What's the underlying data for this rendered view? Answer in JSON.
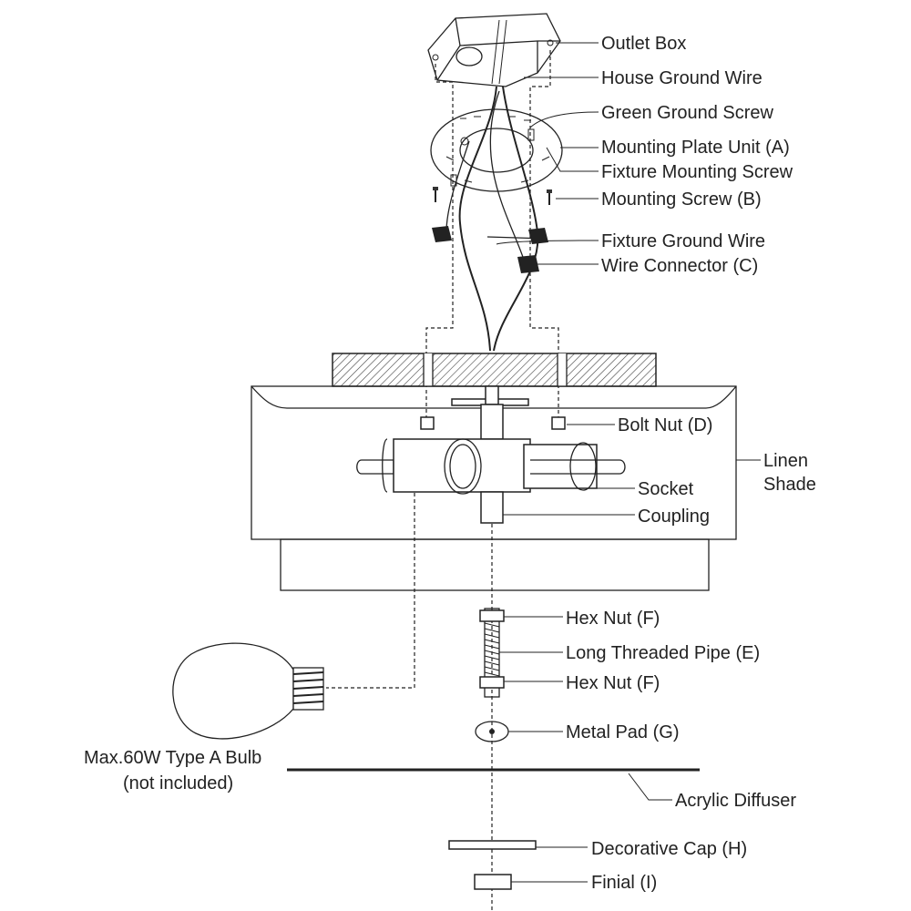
{
  "diagram": {
    "labels": {
      "outlet_box": "Outlet Box",
      "house_ground_wire": "House Ground Wire",
      "green_ground_screw": "Green Ground Screw",
      "mounting_plate_unit": "Mounting Plate Unit (A)",
      "fixture_mounting_screw": "Fixture Mounting Screw",
      "mounting_screw": "Mounting Screw (B)",
      "fixture_ground_wire": "Fixture Ground Wire",
      "wire_connector": "Wire Connector (C)",
      "bolt_nut": "Bolt Nut (D)",
      "linen_shade_line1": "Linen",
      "linen_shade_line2": "Shade",
      "socket": "Socket",
      "coupling": "Coupling",
      "hex_nut_top": "Hex Nut (F)",
      "long_threaded_pipe": "Long Threaded Pipe (E)",
      "hex_nut_bottom": "Hex Nut (F)",
      "metal_pad": "Metal Pad (G)",
      "bulb_line1": "Max.60W Type A Bulb",
      "bulb_line2": "(not included)",
      "acrylic_diffuser": "Acrylic Diffuser",
      "decorative_cap": "Decorative Cap (H)",
      "finial": "Finial (I)"
    }
  }
}
